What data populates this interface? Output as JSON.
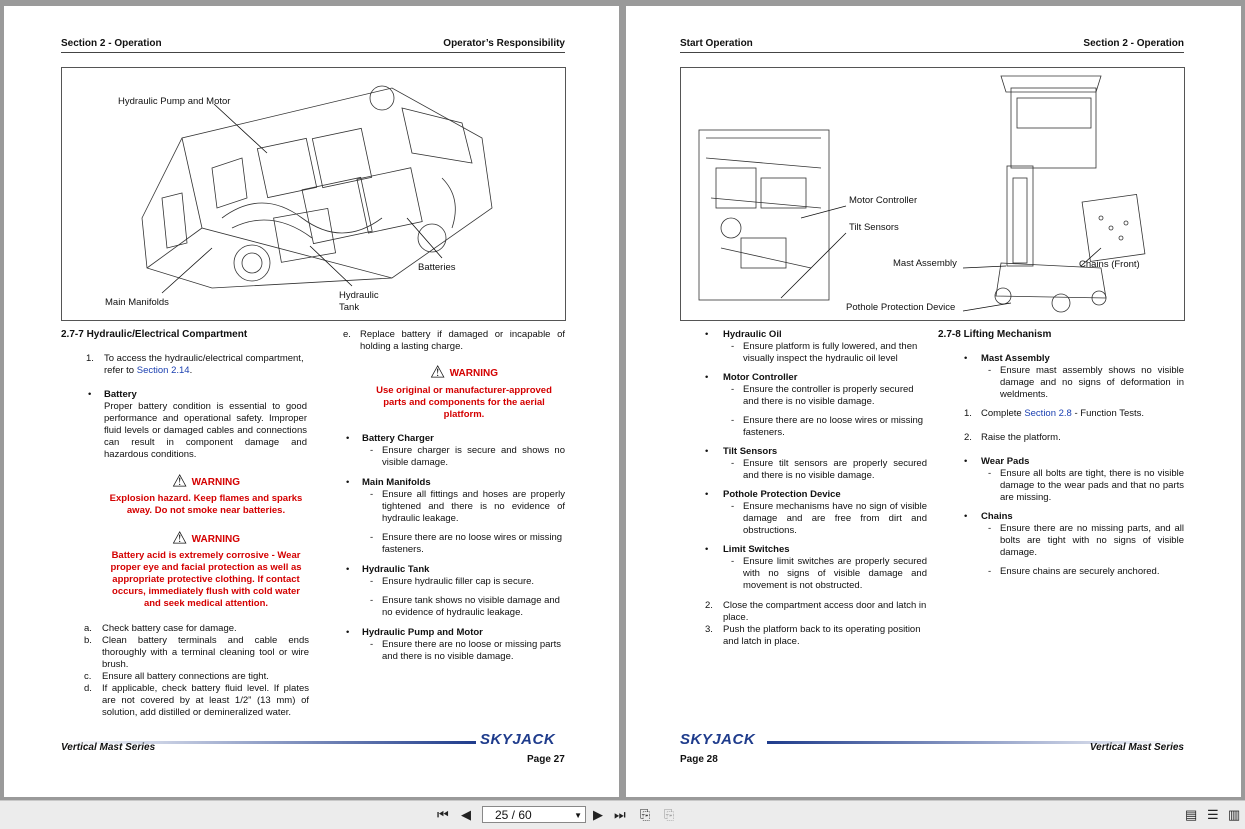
{
  "left_page": {
    "header_left": "Section 2 - Operation",
    "header_right": "Operator’s Responsibility",
    "figure_labels": {
      "pump": "Hydraulic Pump and Motor",
      "manifolds": "Main Manifolds",
      "tank": "Hydraulic\nTank",
      "batteries": "Batteries"
    },
    "section_title": "2.7-7  Hydraulic/Electrical Compartment",
    "step1_num": "1.",
    "step1_text": "To access the hydraulic/electrical compartment, refer to",
    "step1_link": "Section 2.14",
    "step1_end": ".",
    "battery_title": "Battery",
    "battery_text": "Proper battery condition is essential to good performance and operational safety. Improper fluid levels or damaged cables and connections can result in component damage and hazardous conditions.",
    "warning_label": "WARNING",
    "warning1_text": "Explosion hazard. Keep flames and sparks away. Do not smoke near batteries.",
    "warning2_text": "Battery acid is extremely corrosive - Wear proper eye and facial protection as well as appropriate protective clothing. If contact occurs, immediately flush with cold water and seek medical attention.",
    "sub_items": [
      {
        "letter": "a.",
        "text": "Check battery case for damage."
      },
      {
        "letter": "b.",
        "text": "Clean battery terminals and cable ends thoroughly with a terminal cleaning tool or wire brush."
      },
      {
        "letter": "c.",
        "text": "Ensure all battery connections are tight."
      },
      {
        "letter": "d.",
        "text": "If applicable, check battery fluid level. If plates are not covered by at least 1/2” (13 mm) of solution, add distilled or demineralized water."
      }
    ],
    "item_e_letter": "e.",
    "item_e_text": "Replace battery if damaged or incapable of holding a lasting charge.",
    "warning3_text": "Use original or manufacturer-approved parts and components for the aerial platform.",
    "right_col": [
      {
        "title": "Battery Charger",
        "lines": [
          "Ensure charger is secure and shows no visible damage."
        ]
      },
      {
        "title": "Main Manifolds",
        "lines": [
          "Ensure all fittings and hoses are properly tightened and there is no evidence of hydraulic leakage.",
          "Ensure there are no loose wires or missing fasteners."
        ]
      },
      {
        "title": "Hydraulic Tank",
        "lines": [
          "Ensure hydraulic filler cap is secure.",
          "Ensure tank shows no visible damage and no evidence of hydraulic leakage."
        ]
      },
      {
        "title": "Hydraulic Pump and Motor",
        "lines": [
          "Ensure there are no loose or missing parts and there is no visible damage."
        ]
      }
    ],
    "footer_series": "Vertical Mast Series",
    "page_number": "Page 27",
    "logo_a": "SKY",
    "logo_b": "JACK"
  },
  "right_page": {
    "header_left": "Start Operation",
    "header_right": "Section 2 - Operation",
    "figure_labels": {
      "motor_controller": "Motor Controller",
      "tilt_sensors": "Tilt Sensors",
      "mast_assembly": "Mast Assembly",
      "chains": "Chains (Front)",
      "pothole": "Pothole Protection Device"
    },
    "left_col": [
      {
        "title": "Hydraulic Oil",
        "lines": [
          "Ensure platform is fully lowered, and then visually inspect the hydraulic oil level"
        ]
      },
      {
        "title": "Motor Controller",
        "lines": [
          "Ensure the controller is properly secured and there is no visible damage.",
          "Ensure there are no loose wires or missing fasteners."
        ]
      },
      {
        "title": "Tilt Sensors",
        "lines": [
          "Ensure tilt sensors are properly secured and there is no visible damage."
        ]
      },
      {
        "title": "Pothole Protection Device",
        "lines": [
          "Ensure mechanisms have no sign of visible damage and are free from dirt and obstructions."
        ]
      },
      {
        "title": "Limit Switches",
        "lines": [
          "Ensure limit switches are properly secured with no signs of visible damage and movement is not obstructed."
        ]
      }
    ],
    "step2_num": "2.",
    "step2_text": "Close the compartment access door and latch in place.",
    "step3_num": "3.",
    "step3_text": "Push the platform back to its operating position and latch in place.",
    "section_title": "2.7-8  Lifting Mechanism",
    "mast_title": "Mast Assembly",
    "mast_line": "Ensure mast assembly shows no visible damage and no signs of deformation in weldments.",
    "ls1_num": "1.",
    "ls1_text": "Complete",
    "ls1_link": "Section 2.8",
    "ls1_end": " - Function Tests.",
    "ls2_num": "2.",
    "ls2_text": "Raise the platform.",
    "wear_title": "Wear Pads",
    "wear_line": "Ensure all bolts are tight, there is no visible damage to the wear pads and that no parts are missing.",
    "chains_title": "Chains",
    "chains_lines": [
      "Ensure there are no missing parts, and all bolts are tight with no signs of visible damage.",
      "Ensure chains are securely anchored."
    ],
    "footer_series": "Vertical Mast Series",
    "page_number": "Page 28",
    "logo_a": "SKY",
    "logo_b": "JACK"
  },
  "toolbar": {
    "page_value": "25 / 60"
  }
}
